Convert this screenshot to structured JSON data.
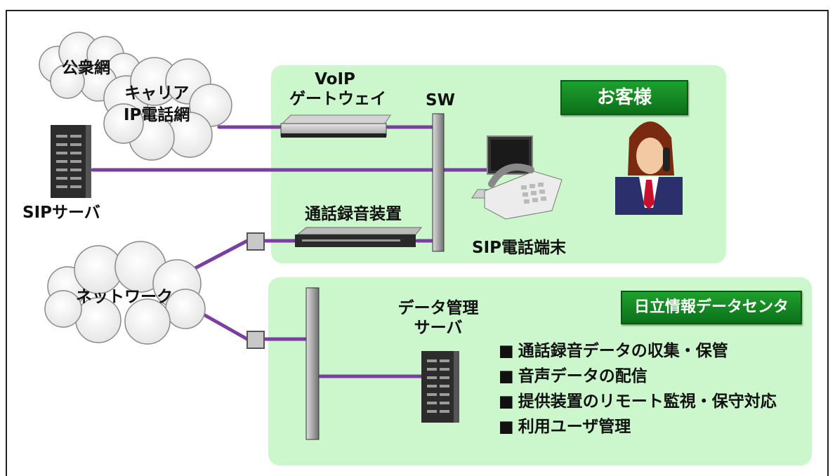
{
  "network": {
    "public_net": "公衆網",
    "carrier_ip_net": [
      "キャリア",
      "IP電話網"
    ],
    "sip_server": "SIPサーバ",
    "network_cloud": "ネットワーク"
  },
  "customer": {
    "badge": "お客様",
    "voip_gateway": [
      "VoIP",
      "ゲートウェイ"
    ],
    "switch": "SW",
    "recorder": "通話録音装置",
    "sip_phone": "SIP電話端末"
  },
  "datacenter": {
    "badge": "日立情報データセンタ",
    "data_server": [
      "データ管理",
      "サーバ"
    ],
    "services": [
      "通話録音データの収集・保管",
      "音声データの配信",
      "提供装置のリモート監視・保守対応",
      "利用ユーザ管理"
    ]
  },
  "colors": {
    "zone_fill": "#ccf7cc",
    "link_line": "#7a3fa0",
    "badge_green": "#129226"
  }
}
